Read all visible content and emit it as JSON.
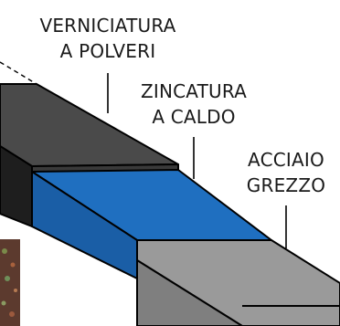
{
  "labels": {
    "powder_coating": {
      "line1": "VERNICIATURA",
      "line2": "A POLVERI"
    },
    "hot_dip_galvanizing": {
      "line1": "ZINCATURA",
      "line2": "A CALDO"
    },
    "raw_steel": {
      "line1": "ACCIAIO",
      "line2": "GREZZO"
    }
  },
  "colors": {
    "powder_coat_layer": "#3a3a3a",
    "zinc_layer": "#1f6fc0",
    "raw_steel_layer": "#9a9a9a",
    "background": "#ffffff",
    "outline": "#000000"
  }
}
